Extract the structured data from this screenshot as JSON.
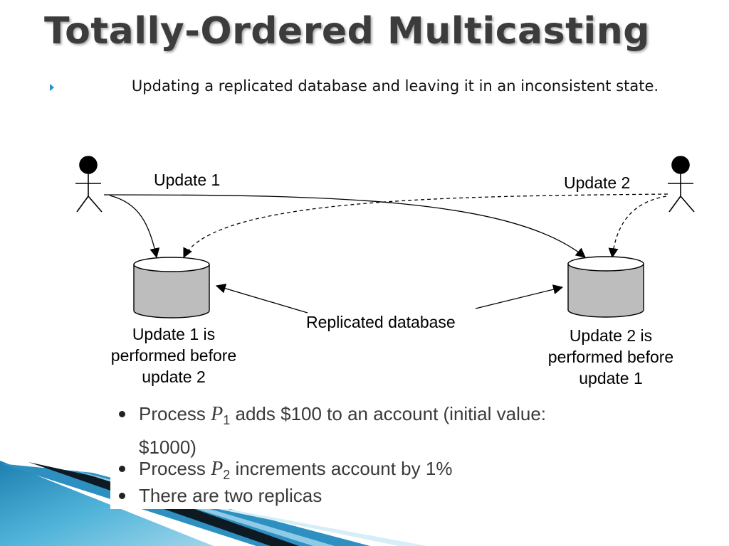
{
  "slide": {
    "title": "Totally-Ordered Multicasting",
    "bullet": "Updating a replicated database and leaving it in an inconsistent state."
  },
  "diagram": {
    "labels": {
      "update1": "Update 1",
      "update2": "Update 2",
      "replicated": "Replicated database",
      "left_caption": [
        "Update 1 is",
        "performed before",
        "update 2"
      ],
      "right_caption": [
        "Update 2 is",
        "performed before",
        "update 1"
      ]
    }
  },
  "facts": [
    {
      "pre": "Process ",
      "var": "P",
      "sub": "1",
      "post": " adds $100 to an account (initial value:",
      "cont": "$1000)"
    },
    {
      "pre": "Process ",
      "var": "P",
      "sub": "2",
      "post": " increments account by 1%"
    },
    {
      "text": "There are two replicas"
    }
  ],
  "colors": {
    "title": "#3c3c3c",
    "accent": "#2a8fc6",
    "cylinder": "#bdbdbd"
  }
}
